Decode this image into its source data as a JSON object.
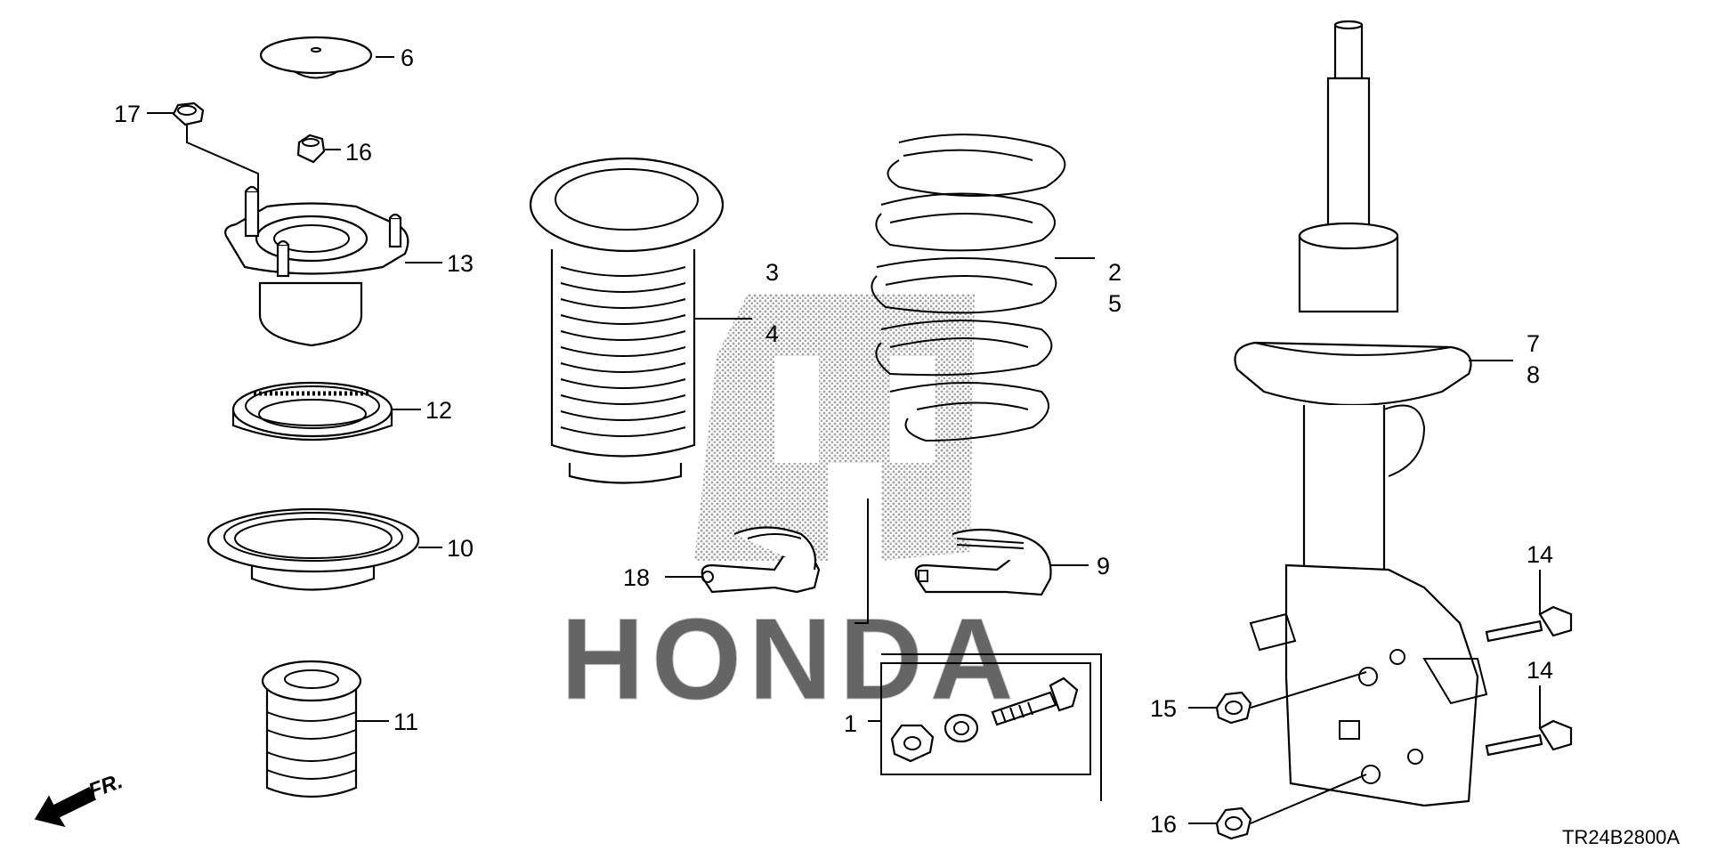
{
  "callouts": [
    {
      "id": "c1",
      "text": "1"
    },
    {
      "id": "c2",
      "text": "2"
    },
    {
      "id": "c3",
      "text": "3"
    },
    {
      "id": "c4",
      "text": "4"
    },
    {
      "id": "c5",
      "text": "5"
    },
    {
      "id": "c6",
      "text": "6"
    },
    {
      "id": "c7",
      "text": "7"
    },
    {
      "id": "c8",
      "text": "8"
    },
    {
      "id": "c9",
      "text": "9"
    },
    {
      "id": "c10",
      "text": "10"
    },
    {
      "id": "c11",
      "text": "11"
    },
    {
      "id": "c12",
      "text": "12"
    },
    {
      "id": "c13",
      "text": "13"
    },
    {
      "id": "c14a",
      "text": "14"
    },
    {
      "id": "c14b",
      "text": "14"
    },
    {
      "id": "c15",
      "text": "15"
    },
    {
      "id": "c16a",
      "text": "16"
    },
    {
      "id": "c16b",
      "text": "16"
    },
    {
      "id": "c17",
      "text": "17"
    },
    {
      "id": "c18",
      "text": "18"
    }
  ],
  "direction_label": "FR.",
  "diagram_code": "TR24B2800A",
  "icons": {
    "front_arrow": "front-direction-arrow-icon",
    "watermark": "honda-logo-watermark"
  },
  "colors": {
    "line": "#000000",
    "background": "#ffffff",
    "watermark": "#9a9a9a"
  }
}
